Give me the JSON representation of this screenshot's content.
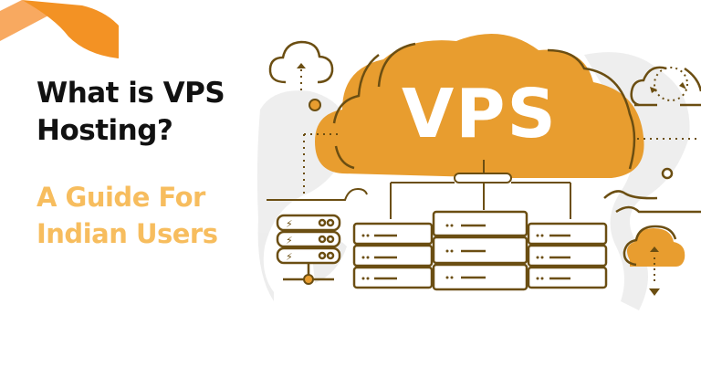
{
  "header": {
    "title_line1": "What is VPS",
    "title_line2": "Hosting?",
    "subtitle_line1": "A Guide For",
    "subtitle_line2": "Indian Users"
  },
  "illustration": {
    "cloud_label": "VPS",
    "icons": [
      "cloud-upload-icon",
      "cloud-sync-icon",
      "cloud-download-icon",
      "server-rack-icon",
      "world-map-background"
    ]
  },
  "colors": {
    "brand_orange": "#f39224",
    "ribbon_light": "#f8a960",
    "cloud_fill": "#e89d2f",
    "outline": "#6b4e12",
    "subtitle": "#f7bd5e",
    "title": "#111111"
  }
}
